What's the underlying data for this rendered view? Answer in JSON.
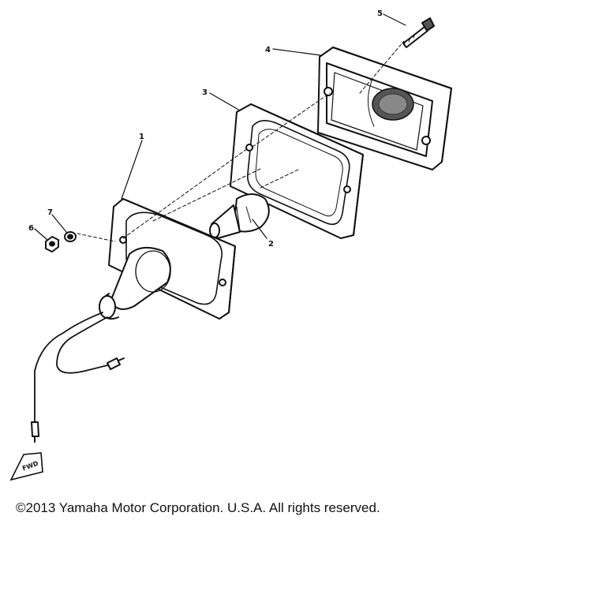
{
  "callouts": {
    "c1": "1",
    "c2": "2",
    "c3": "3",
    "c4": "4",
    "c5": "5",
    "c6": "6",
    "c7": "7"
  },
  "fwd_mark": "FWD",
  "copyright": "©2013 Yamaha Motor Corporation. U.S.A. All rights reserved."
}
